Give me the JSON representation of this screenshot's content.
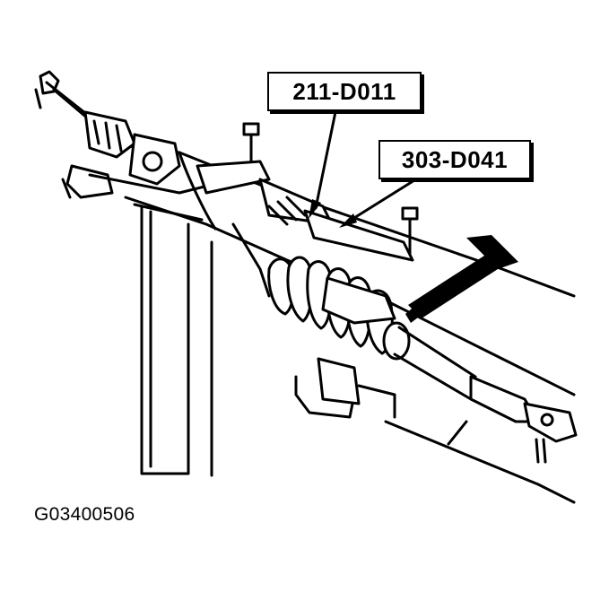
{
  "diagram": {
    "callouts": [
      {
        "id": "tool-211",
        "label": "211-D011"
      },
      {
        "id": "tool-303",
        "label": "303-D041"
      }
    ],
    "figure_code": "G03400506",
    "colors": {
      "ink": "#000000",
      "paper": "#ffffff"
    }
  }
}
